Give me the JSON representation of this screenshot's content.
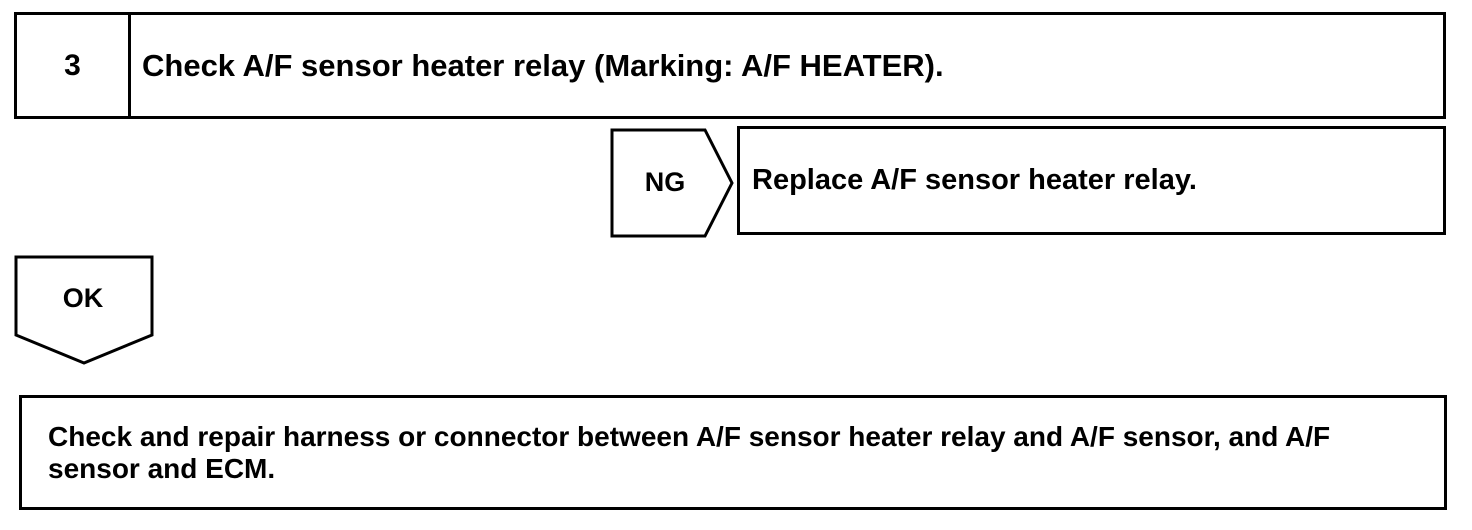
{
  "step": {
    "number": "3",
    "title": "Check A/F sensor heater relay (Marking: A/F HEATER)."
  },
  "ng_branch": {
    "label": "NG",
    "action": "Replace A/F sensor heater relay."
  },
  "ok_branch": {
    "label": "OK",
    "action": "Check and repair harness or connector between A/F sensor heater relay and A/F sensor, and A/F sensor and ECM."
  }
}
